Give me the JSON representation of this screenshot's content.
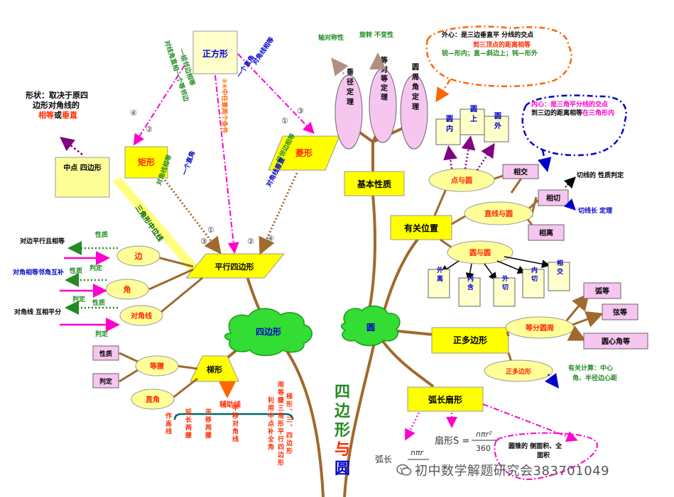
{
  "colors": {
    "yellow_box": "#ffff00",
    "pink_box": "#f6c6f0",
    "ellipse_yellow": "#ffff99",
    "ellipse_pink": "#f6c6f0",
    "cloud": "#33dd33",
    "branch": "#a0692e",
    "red": "#ff2a00",
    "green": "#228b22",
    "blue": "#0000cc",
    "magenta": "#ff00cc",
    "orange": "#ff6600"
  },
  "center": {
    "title_chars": [
      "四",
      "边",
      "形",
      "与",
      "圆"
    ],
    "quad_cloud": "四边形",
    "circle_cloud": "圆"
  },
  "quad": {
    "square": "正方形",
    "rectangle": "矩形",
    "rhombus": "菱形",
    "parallelogram": "平行四边形",
    "midpoint_quad": "中点 四边形",
    "shape_note_1": "形状：取决于原四",
    "shape_note_2": "边形对角线的",
    "shape_note_equal": "相等",
    "shape_note_or": "或",
    "shape_note_perp": "垂直",
    "triangle_midline": "三角形中位线",
    "sq_rect_label": "对线角直相一个等邻边",
    "rect_sq_label": "一组邻边相等",
    "sq_par_label": "②④中任意两个条件",
    "sq_rh_label": "一个直角",
    "rh_sq_label": "对角线相等",
    "rect_par_label": "一个直角",
    "rect_par_label2": "对角线相等",
    "rh_par_label": "一组邻边相等",
    "rh_par_label2": "对角线垂直",
    "nums": [
      "①",
      "②",
      "③",
      "④"
    ],
    "side": "边",
    "angle": "角",
    "diagonal": "对角线",
    "side_prop": "对边平行且相等",
    "angle_prop": "对角相等邻角互补",
    "diag_prop": "对角线 互相平分",
    "property": "性质",
    "judge": "判定",
    "trapezoid": "梯形",
    "isosceles": "等腰",
    "right_angle": "直角",
    "property_box": "性质",
    "judge_box": "判定",
    "aux": "辅助线",
    "aux_items": [
      "作高线",
      "延长两腰",
      "平移两腰",
      "平移对角线",
      "利用中点补全角",
      "用等腰三角形平行四边形",
      "梯形、三、四边形"
    ]
  },
  "circle": {
    "basic_props": "基本性质",
    "perp_chord": "垂径定理",
    "equal_thm": "等对等定理",
    "inscribed_angle": "圆周角定理",
    "axial": "轴对称性",
    "rotation": "旋转 不变性",
    "relation": "有关位置",
    "point_circle": "点与圆",
    "in": "圆内",
    "on": "圆上",
    "out": "圆外",
    "line_circle": "直线与圆",
    "intersect": "相交",
    "tangent": "相切",
    "separate": "相离",
    "tangent_note": "切线的 性质判定",
    "tangent_len": "切线长 定理",
    "circle_circle": "圆与圆",
    "cc_items": [
      "外离",
      "内含",
      "外切",
      "内切",
      "相交"
    ],
    "circumcenter_1": "外心：是三边垂直平 分线的交点",
    "circumcenter_2": "到三顶点的距离相等",
    "circumcenter_3": "锐—形内；直—斜边上；钝—形外",
    "incenter_1": "内心：是三角平分线的交点",
    "incenter_2": "到三边的距离相等",
    "incenter_3": "在三角形内",
    "regular_poly": "正多边形",
    "equal_divide": "等分圆周",
    "arc_eq": "弧等",
    "chord_eq": "弦等",
    "central_eq": "圆心角等",
    "poly_ellipse": "正多边形",
    "calc_note_1": "有关计算：中心",
    "calc_note_2": "角、半径边心距",
    "arc_sector": "弧长扇形",
    "sector_label": "扇形S =",
    "sector_num": "nπr²",
    "sector_den": "360",
    "arc_len_label": "弧长",
    "arc_num": "nπr",
    "surface_note_1": "圆锥的 侧面积、全",
    "surface_note_2": "面积"
  },
  "watermark": "初中数学解题研究会383701049"
}
